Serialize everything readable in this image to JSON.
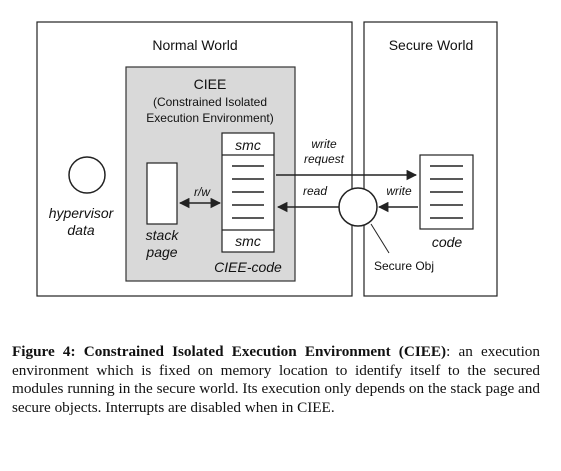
{
  "diagram": {
    "normal_world": {
      "title": "Normal World"
    },
    "secure_world": {
      "title": "Secure World"
    },
    "ciee": {
      "title": "CIEE",
      "subtitle_line1": "(Constrained Isolated",
      "subtitle_line2": "Execution Environment)",
      "code_label": "CIEE-code"
    },
    "hypervisor": {
      "label_line1": "hypervisor",
      "label_line2": "data"
    },
    "stack_page": {
      "label_line1": "stack",
      "label_line2": "page"
    },
    "smc_top": "smc",
    "smc_bottom": "smc",
    "rw_label": "r/w",
    "write_request_line1": "write",
    "write_request_line2": "request",
    "read_label": "read",
    "write_label": "write",
    "secure_obj_label": "Secure Obj",
    "code_label": "code",
    "colors": {
      "ciee_fill": "#d9d9d9",
      "stroke": "#222222"
    }
  },
  "caption": {
    "label": "Figure 4: Constrained Isolated Execution Environment (CIEE)",
    "text": ": an execution environment which is fixed on memory location to identify itself to the secured modules running in the secure world. Its execution only depends on the stack page and secure objects. Interrupts are disabled when in CIEE."
  }
}
